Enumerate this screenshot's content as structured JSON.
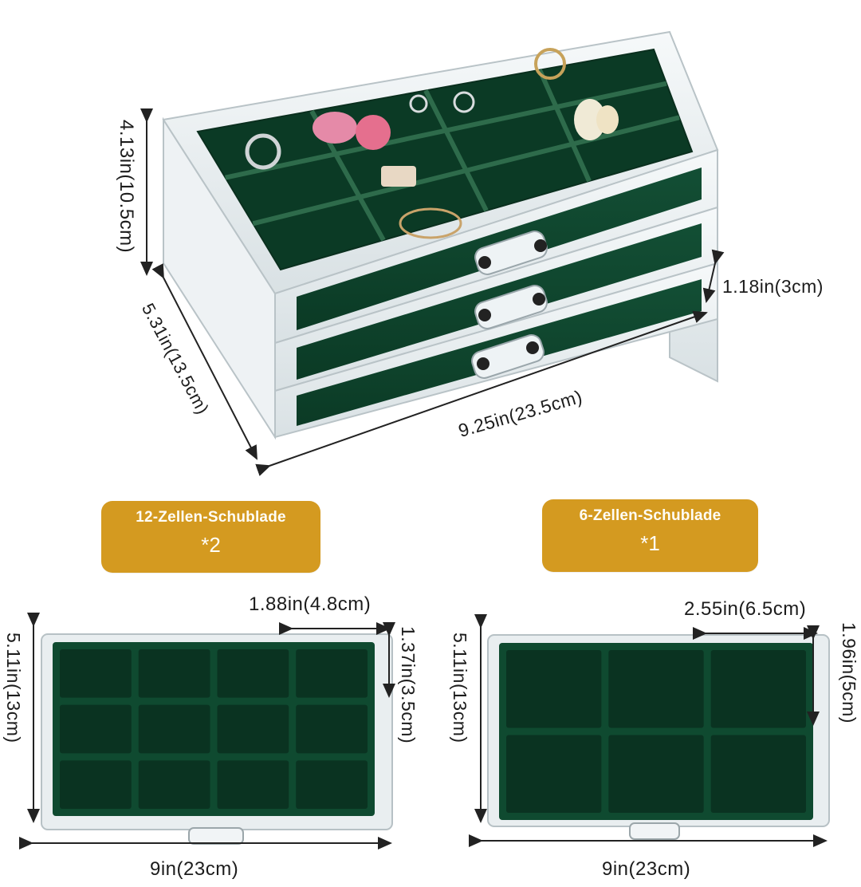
{
  "colors": {
    "velvet_green": "#0f4a30",
    "velvet_dark": "#0a3321",
    "acrylic": "#e9eef0",
    "badge_gold": "#d49a20",
    "arrow": "#222222"
  },
  "organizer": {
    "height_label": "4.13in(10.5cm)",
    "depth_label": "5.31in(13.5cm)",
    "width_label": "9.25in(23.5cm)",
    "drawer_height_label": "1.18in(3cm)"
  },
  "tray_12": {
    "badge_name": "12-Zellen-Schublade",
    "badge_count": "*2",
    "cell_width_label": "1.88in(4.8cm)",
    "cell_height_label": "1.37in(3.5cm)",
    "tray_height_label": "5.11in(13cm)",
    "tray_width_label": "9in(23cm)",
    "rows": 3,
    "cols": 4
  },
  "tray_6": {
    "badge_name": "6-Zellen-Schublade",
    "badge_count": "*1",
    "cell_width_label": "2.55in(6.5cm)",
    "cell_height_label": "1.96in(5cm)",
    "tray_height_label": "5.11in(13cm)",
    "tray_width_label": "9in(23cm)",
    "rows": 2,
    "cols": 3
  }
}
